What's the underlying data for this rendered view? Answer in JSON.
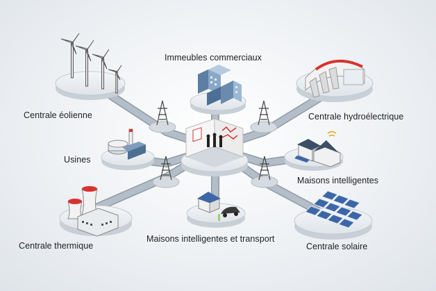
{
  "nodes": {
    "commercial": "Immeubles commerciaux",
    "wind": "Centrale éolienne",
    "hydro": "Centrale hydroélectrique",
    "factories": "Usines",
    "smart_homes": "Maisons intelligentes",
    "thermal": "Centrale thermique",
    "homes_transport": "Maisons intelligentes et transport",
    "solar": "Centrale solaire"
  },
  "colors": {
    "road": "#a9b4c0",
    "road_edge": "#8f9aa6",
    "platform": "#e7ebef",
    "platform_side": "#c8cfd6",
    "accent_red": "#d8332f",
    "building_blue": "#6b8fb3",
    "solar_blue": "#3c66a8"
  }
}
